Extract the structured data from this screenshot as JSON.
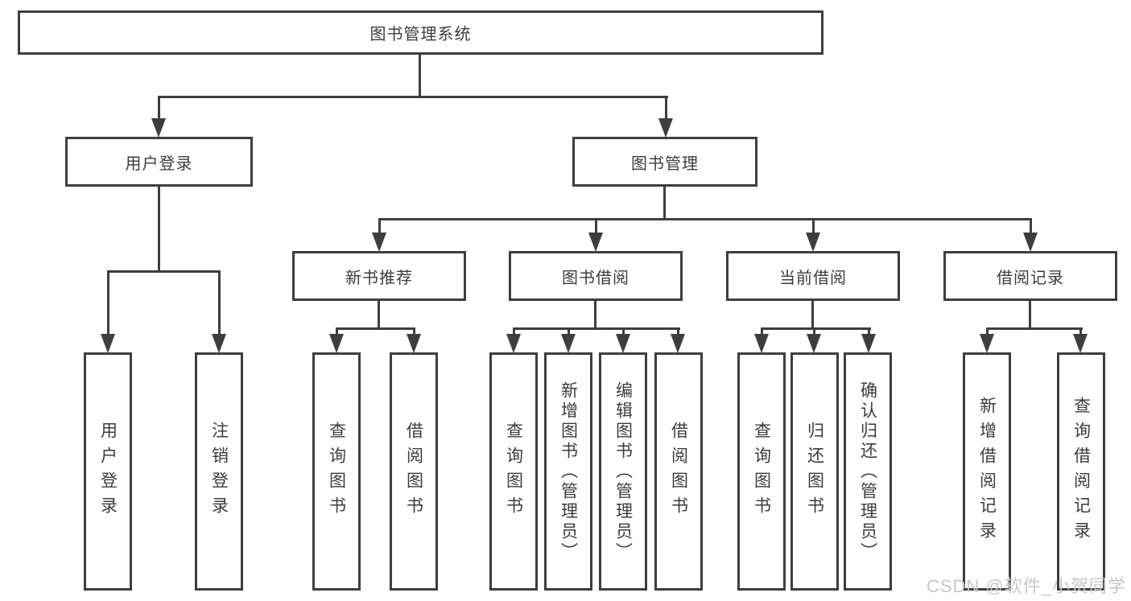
{
  "tree": {
    "root": "图书管理系统",
    "branches": [
      {
        "label": "用户登录",
        "children": [
          "用户登录",
          "注销登录"
        ]
      },
      {
        "label": "图书管理",
        "groups": [
          {
            "label": "新书推荐",
            "children": [
              "查询图书",
              "借阅图书"
            ]
          },
          {
            "label": "图书借阅",
            "children": [
              "查询图书",
              "新增图书（管理员）",
              "编辑图书（管理员）",
              "借阅图书"
            ]
          },
          {
            "label": "当前借阅",
            "children": [
              "查询图书",
              "归还图书",
              "确认归还（管理员）"
            ]
          },
          {
            "label": "借阅记录",
            "children": [
              "新增借阅记录",
              "查询借阅记录"
            ]
          }
        ]
      }
    ]
  },
  "watermark": "CSDN @软件_小贺同学",
  "colors": {
    "line": "#3e3e3e",
    "text": "#3c3c3c",
    "watermark": "#c8c8c8",
    "background": "#ffffff"
  }
}
